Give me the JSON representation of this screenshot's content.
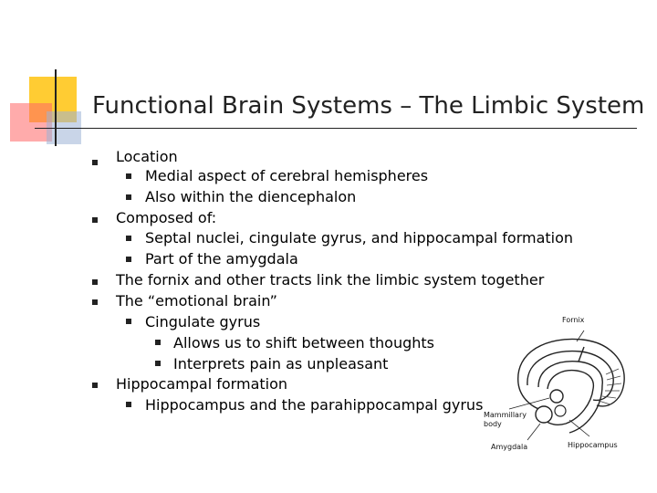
{
  "slide": {
    "title": "Functional Brain Systems – The Limbic System",
    "items": [
      {
        "level": 1,
        "text": "Location"
      },
      {
        "level": 2,
        "text": "Medial aspect of cerebral hemispheres"
      },
      {
        "level": 2,
        "text": "Also within the diencephalon"
      },
      {
        "level": 1,
        "text": "Composed of:"
      },
      {
        "level": 2,
        "text": "Septal nuclei, cingulate gyrus, and hippocampal formation"
      },
      {
        "level": 2,
        "text": "Part of the amygdala"
      },
      {
        "level": 1,
        "text": "The fornix and other tracts link the limbic system together"
      },
      {
        "level": 1,
        "text": "The “emotional brain”"
      },
      {
        "level": 2,
        "text": "Cingulate gyrus"
      },
      {
        "level": 3,
        "text": "Allows us to shift between thoughts"
      },
      {
        "level": 3,
        "text": "Interprets pain as unpleasant"
      },
      {
        "level": 1,
        "text": "Hippocampal formation"
      },
      {
        "level": 2,
        "text": "Hippocampus and the parahippocampal gyrus"
      }
    ]
  },
  "figure": {
    "labels": {
      "fornix": "Fornix",
      "mammillary": "Mammillary",
      "body": "body",
      "amygdala": "Amygdala",
      "hippocampus": "Hippocampus"
    }
  },
  "colors": {
    "accent_yellow": "#ffcc33",
    "accent_red": "#ff6666",
    "accent_blue": "#9db3d6"
  }
}
